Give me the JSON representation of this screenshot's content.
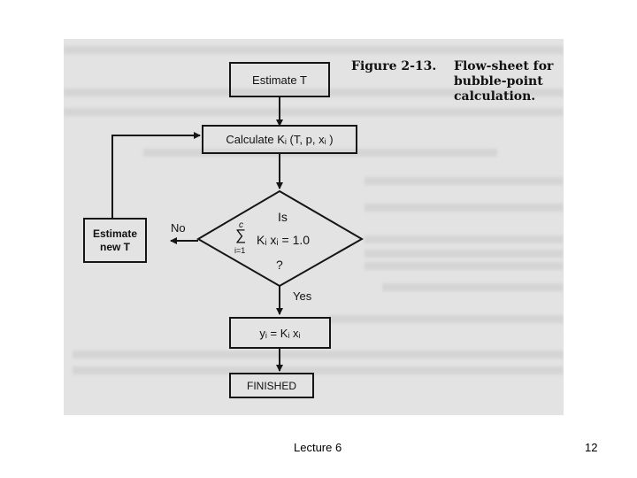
{
  "figure": {
    "caption_number": "Figure 2-13.",
    "caption_text": "Flow-sheet for\nbubble-point\ncalculation."
  },
  "flowchart": {
    "estimate_t": "Estimate T",
    "calculate": "Calculate Kᵢ (T, p, xᵢ )",
    "decision": {
      "is": "Is",
      "sum_upper": "c",
      "sum_symbol": "∑",
      "sum_lower": "i=1",
      "expression": "Kᵢ xᵢ = 1.0",
      "question": "?"
    },
    "estimate_new_t": "Estimate\nnew T",
    "no_label": "No",
    "yes_label": "Yes",
    "y_equation": "yᵢ = Kᵢ xᵢ",
    "finished": "FINISHED"
  },
  "footer": {
    "lecture": "Lecture 6",
    "page_number": "12"
  }
}
